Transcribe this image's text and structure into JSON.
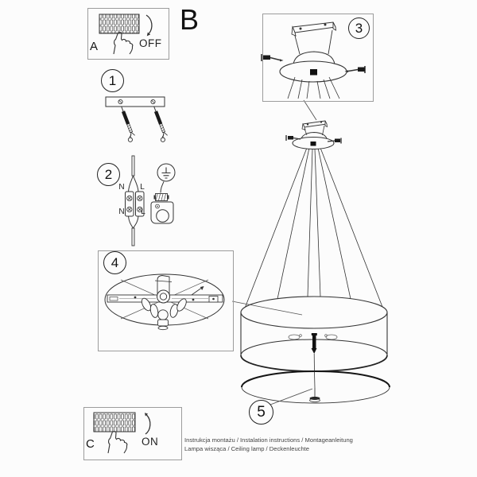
{
  "document": {
    "section_letter": "B",
    "footer": {
      "line1": "Instrukcja montażu / Instalation instructions / Montageanleitung",
      "line2": "Lampa wisząca / Ceiling lamp / Deckenleuchte"
    }
  },
  "power_panels": {
    "before": {
      "label": "A",
      "state": "OFF"
    },
    "after": {
      "label": "C",
      "state": "ON"
    }
  },
  "steps": [
    {
      "number": "1"
    },
    {
      "number": "2"
    },
    {
      "number": "3"
    },
    {
      "number": "4"
    },
    {
      "number": "5"
    }
  ],
  "wiring": {
    "terminal_labels": {
      "top_left": "N",
      "top_right": "L",
      "bottom_left": "N",
      "bottom_right": "L"
    }
  },
  "colors": {
    "background": "#fcfcfc",
    "line": "#2a2a2a",
    "box_border": "#9c9c9c",
    "leader_line": "#555555"
  }
}
